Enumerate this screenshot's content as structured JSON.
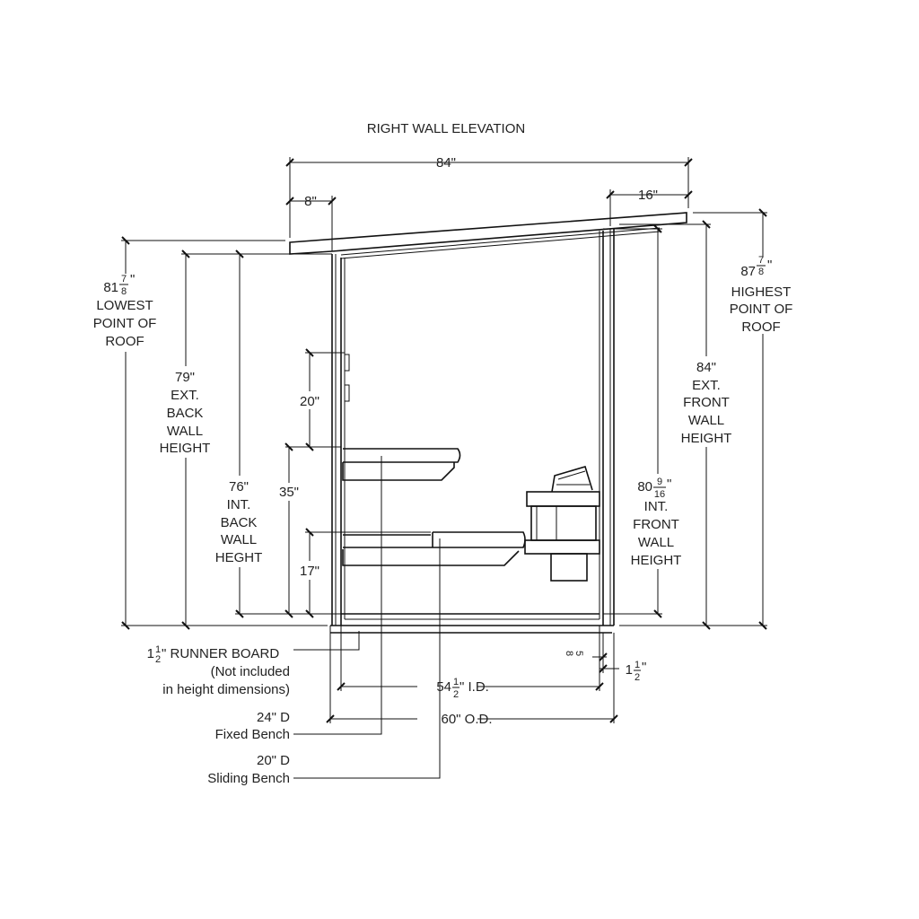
{
  "title": "RIGHT WALL ELEVATION",
  "dims": {
    "overall_width": "84\"",
    "back_overhang": "8\"",
    "front_overhang": "16\"",
    "lowest_roof": {
      "whole": "81",
      "num": "7",
      "den": "8",
      "unit": "\"",
      "lines": [
        "LOWEST",
        "POINT OF",
        "ROOF"
      ]
    },
    "ext_back": {
      "value": "79\"",
      "lines": [
        "EXT.",
        "BACK",
        "WALL",
        "HEIGHT"
      ]
    },
    "int_back": {
      "value": "76\"",
      "lines": [
        "INT.",
        "BACK",
        "WALL",
        "HEGHT"
      ]
    },
    "upper_bench_height": "35\"",
    "upper_backrest": "20\"",
    "lower_bench_height": "17\"",
    "highest_roof": {
      "whole": "87",
      "num": "7",
      "den": "8",
      "unit": "\"",
      "lines": [
        "HIGHEST",
        "POINT OF",
        "ROOF"
      ]
    },
    "ext_front": {
      "value": "84\"",
      "lines": [
        "EXT.",
        "FRONT",
        "WALL",
        "HEIGHT"
      ]
    },
    "int_front": {
      "whole": "80",
      "num": "9",
      "den": "16",
      "unit": "\"",
      "lines": [
        "INT.",
        "FRONT",
        "WALL",
        "HEIGHT"
      ]
    },
    "inner_depth": {
      "whole": "54",
      "num": "1",
      "den": "2",
      "suffix": "\" I.D."
    },
    "outer_depth": "60\" O.D.",
    "floor_gap": {
      "num": "5",
      "den": "8"
    },
    "wall_thick": {
      "whole": "1",
      "num": "1",
      "den": "2",
      "unit": "\""
    }
  },
  "notes": {
    "runner": {
      "whole": "1",
      "num": "1",
      "den": "2",
      "text": "\" RUNNER BOARD",
      "line2": "(Not included",
      "line3": "in height dimensions)"
    },
    "fixed_bench": {
      "line1": "24\" D",
      "line2": "Fixed Bench"
    },
    "sliding_bench": {
      "line1": "20\" D",
      "line2": "Sliding Bench"
    }
  }
}
